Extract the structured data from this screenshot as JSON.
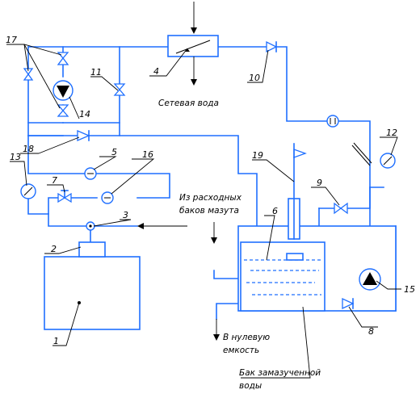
{
  "diagram": {
    "labels": {
      "n1": "1",
      "n2": "2",
      "n3": "3",
      "n4": "4",
      "n5": "5",
      "n6": "6",
      "n7": "7",
      "n8": "8",
      "n9": "9",
      "n10": "10",
      "n11": "11",
      "n12": "12",
      "n13": "13",
      "n14": "14",
      "n15": "15",
      "n16": "16",
      "n17": "17",
      "n18": "18",
      "n19": "19"
    },
    "captions": {
      "network_water": "Сетевая вода",
      "from_tanks_line1": "Из расходных",
      "from_tanks_line2": "баков мазута",
      "to_zero_tank_line1": "В нулевую",
      "to_zero_tank_line2": "емкость",
      "oily_water_tank_line1": "Бак замазученной",
      "oily_water_tank_line2": "воды"
    },
    "colors": {
      "pipe": "#1f6fff",
      "ink": "#000000"
    }
  }
}
